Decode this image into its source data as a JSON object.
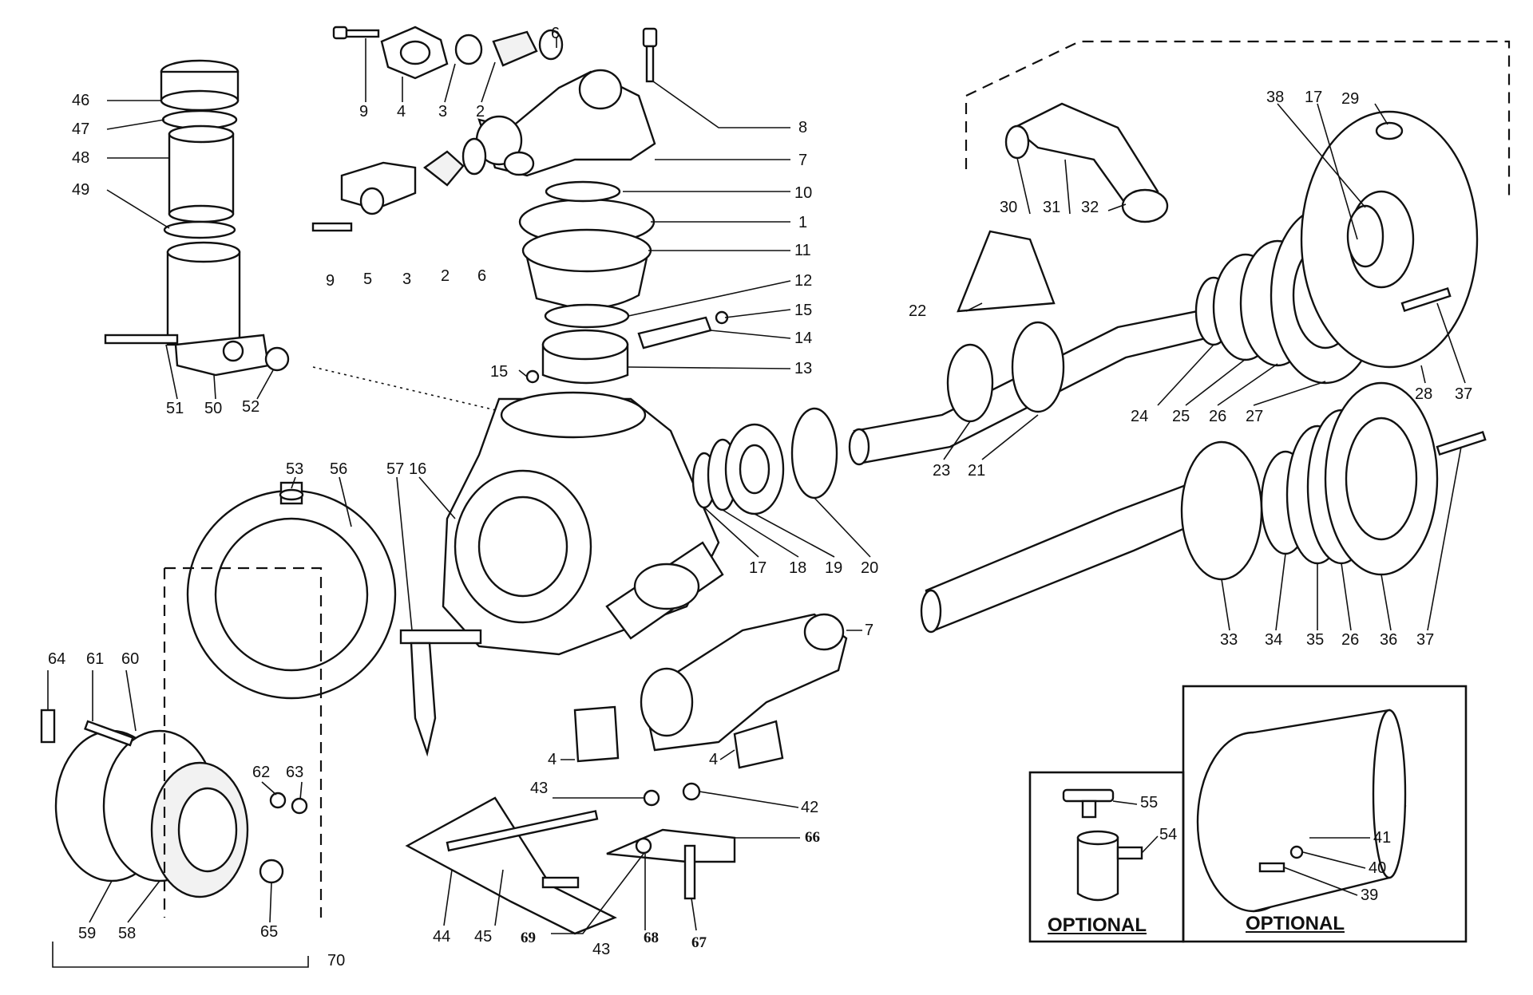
{
  "diagram": {
    "callouts": [
      {
        "id": "c9a",
        "text": "9"
      },
      {
        "id": "c4a",
        "text": "4"
      },
      {
        "id": "c3a",
        "text": "3"
      },
      {
        "id": "c2a",
        "text": "2"
      },
      {
        "id": "c6a",
        "text": "6"
      },
      {
        "id": "c8",
        "text": "8"
      },
      {
        "id": "c7a",
        "text": "7"
      },
      {
        "id": "c10",
        "text": "10"
      },
      {
        "id": "c1",
        "text": "1"
      },
      {
        "id": "c11",
        "text": "11"
      },
      {
        "id": "c12",
        "text": "12"
      },
      {
        "id": "c15a",
        "text": "15"
      },
      {
        "id": "c14",
        "text": "14"
      },
      {
        "id": "c15b",
        "text": "15"
      },
      {
        "id": "c13",
        "text": "13"
      },
      {
        "id": "c9b",
        "text": "9"
      },
      {
        "id": "c5",
        "text": "5"
      },
      {
        "id": "c3b",
        "text": "3"
      },
      {
        "id": "c2b",
        "text": "2"
      },
      {
        "id": "c6b",
        "text": "6"
      },
      {
        "id": "c46",
        "text": "46"
      },
      {
        "id": "c47",
        "text": "47"
      },
      {
        "id": "c48",
        "text": "48"
      },
      {
        "id": "c49",
        "text": "49"
      },
      {
        "id": "c51",
        "text": "51"
      },
      {
        "id": "c50",
        "text": "50"
      },
      {
        "id": "c52",
        "text": "52"
      },
      {
        "id": "c53",
        "text": "53"
      },
      {
        "id": "c56",
        "text": "56"
      },
      {
        "id": "c57",
        "text": "57"
      },
      {
        "id": "c16",
        "text": "16"
      },
      {
        "id": "c17a",
        "text": "17"
      },
      {
        "id": "c18",
        "text": "18"
      },
      {
        "id": "c19",
        "text": "19"
      },
      {
        "id": "c20",
        "text": "20"
      },
      {
        "id": "c7b",
        "text": "7"
      },
      {
        "id": "c4b",
        "text": "4"
      },
      {
        "id": "c4c",
        "text": "4"
      },
      {
        "id": "c43a",
        "text": "43"
      },
      {
        "id": "c42",
        "text": "42"
      },
      {
        "id": "c66",
        "text": "66"
      },
      {
        "id": "c44",
        "text": "44"
      },
      {
        "id": "c45",
        "text": "45"
      },
      {
        "id": "c69",
        "text": "69"
      },
      {
        "id": "c43b",
        "text": "43"
      },
      {
        "id": "c68",
        "text": "68"
      },
      {
        "id": "c67",
        "text": "67"
      },
      {
        "id": "c64",
        "text": "64"
      },
      {
        "id": "c61",
        "text": "61"
      },
      {
        "id": "c60",
        "text": "60"
      },
      {
        "id": "c62",
        "text": "62"
      },
      {
        "id": "c63",
        "text": "63"
      },
      {
        "id": "c59",
        "text": "59"
      },
      {
        "id": "c58",
        "text": "58"
      },
      {
        "id": "c65",
        "text": "65"
      },
      {
        "id": "c70",
        "text": "70"
      },
      {
        "id": "c30",
        "text": "30"
      },
      {
        "id": "c31",
        "text": "31"
      },
      {
        "id": "c32",
        "text": "32"
      },
      {
        "id": "c38",
        "text": "38"
      },
      {
        "id": "c17b",
        "text": "17"
      },
      {
        "id": "c29",
        "text": "29"
      },
      {
        "id": "c22",
        "text": "22"
      },
      {
        "id": "c24",
        "text": "24"
      },
      {
        "id": "c25",
        "text": "25"
      },
      {
        "id": "c26a",
        "text": "26"
      },
      {
        "id": "c27",
        "text": "27"
      },
      {
        "id": "c28",
        "text": "28"
      },
      {
        "id": "c37a",
        "text": "37"
      },
      {
        "id": "c23",
        "text": "23"
      },
      {
        "id": "c21",
        "text": "21"
      },
      {
        "id": "c33",
        "text": "33"
      },
      {
        "id": "c34",
        "text": "34"
      },
      {
        "id": "c35",
        "text": "35"
      },
      {
        "id": "c26b",
        "text": "26"
      },
      {
        "id": "c36",
        "text": "36"
      },
      {
        "id": "c37b",
        "text": "37"
      },
      {
        "id": "c55",
        "text": "55"
      },
      {
        "id": "c54",
        "text": "54"
      },
      {
        "id": "c41",
        "text": "41"
      },
      {
        "id": "c40",
        "text": "40"
      },
      {
        "id": "c39",
        "text": "39"
      }
    ],
    "optional_labels": [
      "OPTIONAL",
      "OPTIONAL"
    ]
  }
}
